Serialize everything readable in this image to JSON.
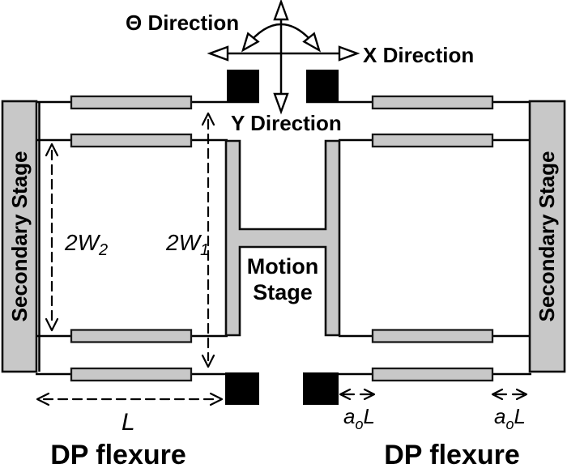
{
  "title": "DP flexure mechanism diagram",
  "colors": {
    "stage_gray": "#c8c8c8",
    "ink": "#000000",
    "bg": "#ffffff"
  },
  "direction_labels": {
    "theta": "Θ Direction",
    "x": "X Direction",
    "y": "Y Direction"
  },
  "stages": {
    "motion_line1": "Motion",
    "motion_line2": "Stage",
    "secondary_left": "Secondary Stage",
    "secondary_right": "Secondary Stage"
  },
  "dimensions": {
    "w2": {
      "base": "2W",
      "sub": "2"
    },
    "w1": {
      "base": "2W",
      "sub": "1"
    },
    "length": "L",
    "aol_left": {
      "base": "a",
      "sub": "o",
      "suffix": "L"
    },
    "aol_right": {
      "base": "a",
      "sub": "o",
      "suffix": "L"
    }
  },
  "captions": {
    "dp_left": "DP flexure",
    "dp_right": "DP flexure"
  }
}
